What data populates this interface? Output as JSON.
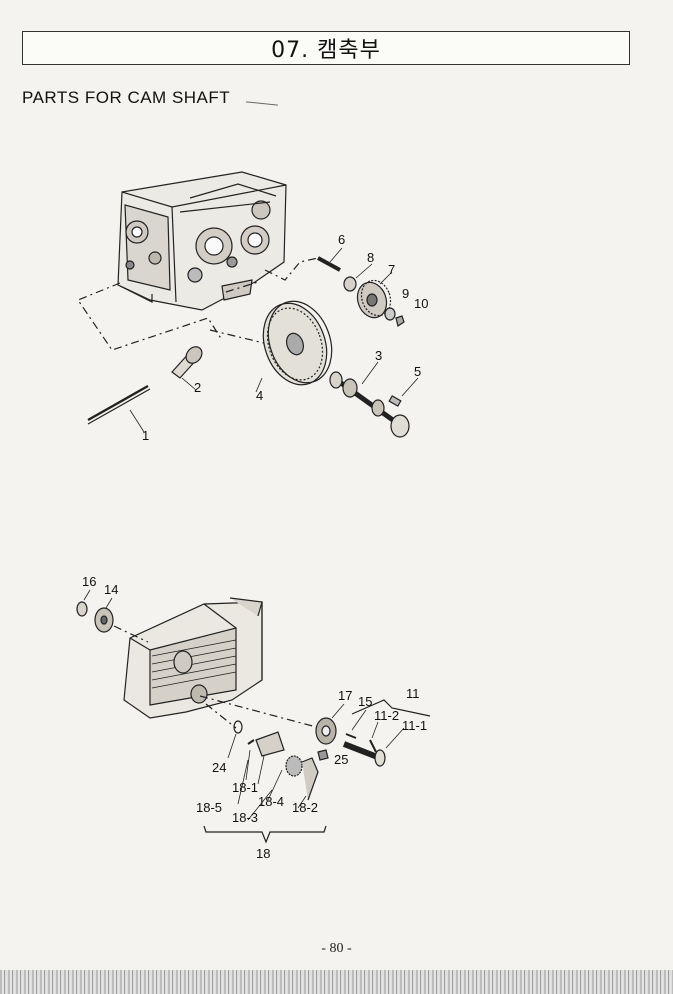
{
  "header": {
    "title": "07. 캠축부",
    "subtitle": "PARTS FOR CAM SHAFT"
  },
  "diagram_top": {
    "labels": [
      "6",
      "8",
      "7",
      "9",
      "10",
      "3",
      "5",
      "2",
      "4",
      "1"
    ]
  },
  "diagram_bottom": {
    "labels": [
      "16",
      "14",
      "17",
      "15",
      "11",
      "11-2",
      "11-1",
      "25",
      "24",
      "18-1",
      "18-4",
      "18-2",
      "18-5",
      "18-3",
      "18"
    ]
  },
  "footer": {
    "page_number": "- 80 -"
  }
}
